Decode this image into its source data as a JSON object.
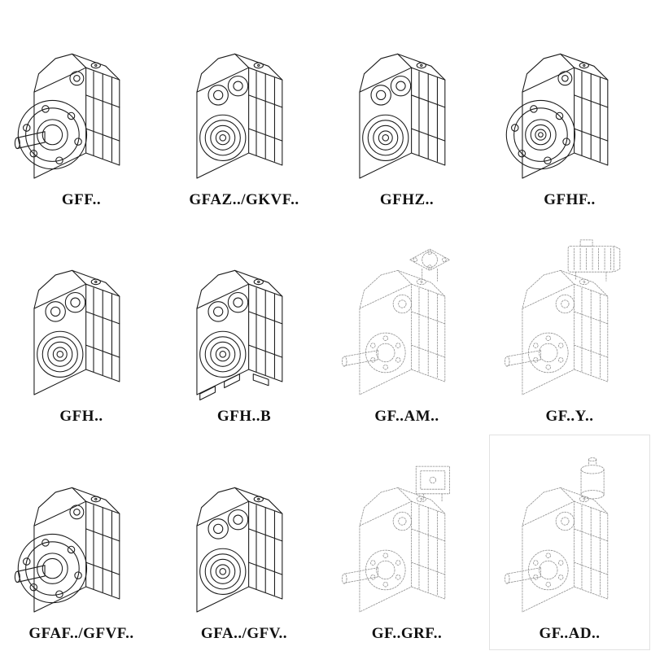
{
  "catalog": {
    "cells": [
      {
        "label": "GFF..",
        "drawing": "gearbox-flange-solid-shaft-icon",
        "style": "solid"
      },
      {
        "label": "GFAZ../GKVF..",
        "drawing": "gearbox-hollow-bore-icon",
        "style": "solid"
      },
      {
        "label": "GFHZ..",
        "drawing": "gearbox-hollow-bore-icon",
        "style": "solid"
      },
      {
        "label": "GFHF..",
        "drawing": "gearbox-flange-hollow-icon",
        "style": "solid"
      },
      {
        "label": "GFH..",
        "drawing": "gearbox-hollow-bore-icon",
        "style": "solid"
      },
      {
        "label": "GFH..B",
        "drawing": "gearbox-hollow-bore-foot-icon",
        "style": "solid"
      },
      {
        "label": "GF..AM..",
        "drawing": "gearbox-top-mount-flange-icon",
        "style": "phantom"
      },
      {
        "label": "GF..Y..",
        "drawing": "gearbox-with-motor-icon",
        "style": "phantom"
      },
      {
        "label": "GFAF../GFVF..",
        "drawing": "gearbox-flange-solid-shaft-icon",
        "style": "solid"
      },
      {
        "label": "GFA../GFV..",
        "drawing": "gearbox-hollow-bore-icon",
        "style": "solid"
      },
      {
        "label": "GF..GRF..",
        "drawing": "gearbox-input-box-icon",
        "style": "phantom"
      },
      {
        "label": "GF..AD..",
        "drawing": "gearbox-input-adapter-icon",
        "style": "phantom"
      }
    ]
  },
  "colors": {
    "ink": "#1b1b1b",
    "phantom_line": "#8f8f8f",
    "background": "#ffffff",
    "cell_border": "#e2e2e2"
  }
}
